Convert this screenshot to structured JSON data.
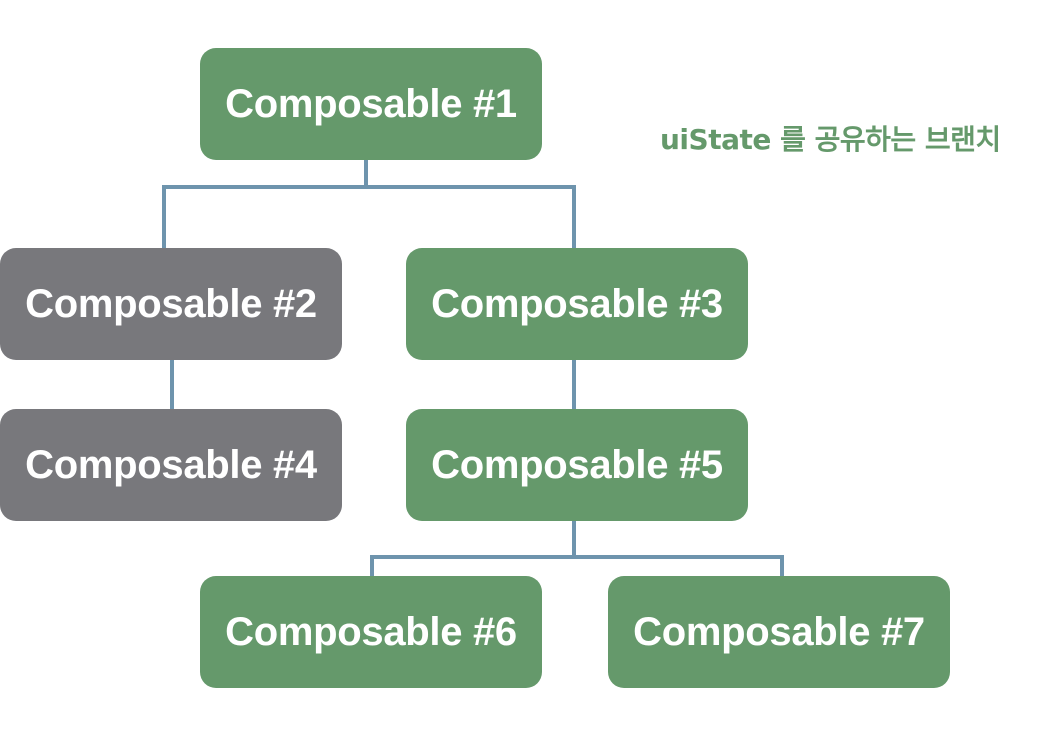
{
  "nodes": [
    {
      "id": "n1",
      "label": "Composable #1",
      "on_branch": true
    },
    {
      "id": "n2",
      "label": "Composable #2",
      "on_branch": false
    },
    {
      "id": "n3",
      "label": "Composable #3",
      "on_branch": true
    },
    {
      "id": "n4",
      "label": "Composable #4",
      "on_branch": false
    },
    {
      "id": "n5",
      "label": "Composable #5",
      "on_branch": true
    },
    {
      "id": "n6",
      "label": "Composable #6",
      "on_branch": true
    },
    {
      "id": "n7",
      "label": "Composable #7",
      "on_branch": true
    }
  ],
  "edges": [
    {
      "from": "n1",
      "to": "n2"
    },
    {
      "from": "n1",
      "to": "n3"
    },
    {
      "from": "n2",
      "to": "n4"
    },
    {
      "from": "n3",
      "to": "n5"
    },
    {
      "from": "n5",
      "to": "n6"
    },
    {
      "from": "n5",
      "to": "n7"
    }
  ],
  "legend": {
    "text": "uiState 를 공유하는 브랜치"
  },
  "colors": {
    "branch_node": "#65996b",
    "other_node": "#78787c",
    "connector": "#6e94ad",
    "node_text": "#ffffff",
    "legend_text": "#65996b"
  }
}
